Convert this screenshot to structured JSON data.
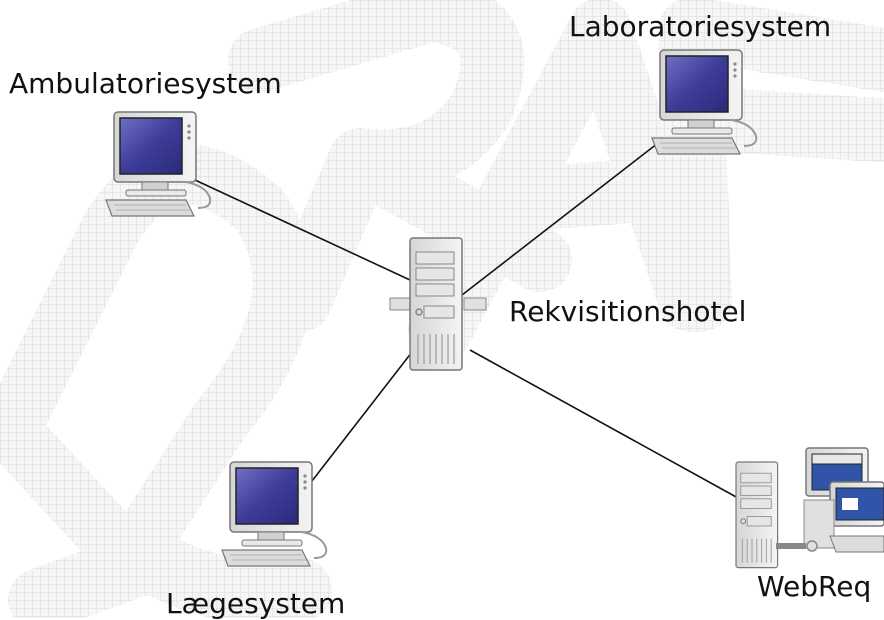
{
  "diagram": {
    "nodes": [
      {
        "id": "ambulatoriesystem",
        "label": "Ambulatoriesystem",
        "kind": "computer-icon"
      },
      {
        "id": "laboratoriesystem",
        "label": "Laboratoriesystem",
        "kind": "computer-icon"
      },
      {
        "id": "rekvisitionshotel",
        "label": "Rekvisitionshotel",
        "kind": "server-icon"
      },
      {
        "id": "laegesystem",
        "label": "Lægesystem",
        "kind": "computer-icon"
      },
      {
        "id": "webreq",
        "label": "WebReq",
        "kind": "server-with-monitors-icon"
      }
    ],
    "edges": [
      {
        "from": "ambulatoriesystem",
        "to": "rekvisitionshotel"
      },
      {
        "from": "laboratoriesystem",
        "to": "rekvisitionshotel"
      },
      {
        "from": "laegesystem",
        "to": "rekvisitionshotel"
      },
      {
        "from": "webreq",
        "to": "rekvisitionshotel"
      }
    ],
    "watermark": "DRAFT",
    "colors": {
      "screen": "#3d3d99",
      "casing": "#e6e6e6",
      "outline": "#888888",
      "line": "#111111",
      "watermark": "#e2e2e2"
    }
  }
}
